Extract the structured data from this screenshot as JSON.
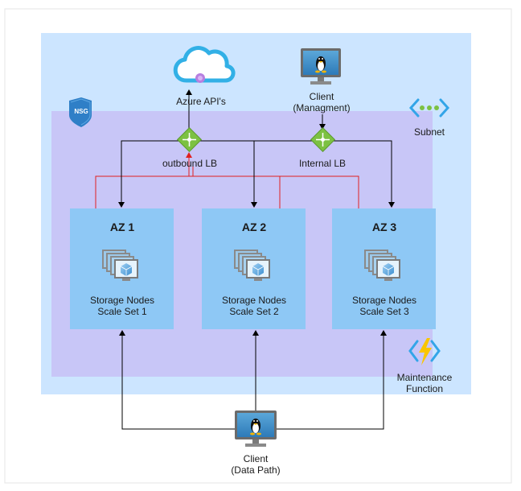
{
  "nodes": {
    "azure_api": "Azure API's",
    "client_mgmt_line1": "Client",
    "client_mgmt_line2": "(Managment)",
    "outbound_lb": "outbound LB",
    "internal_lb": "Internal LB",
    "subnet": "Subnet",
    "nsg": "NSG",
    "maintenance_line1": "Maintenance",
    "maintenance_line2": "Function",
    "client_data_line1": "Client",
    "client_data_line2": "(Data Path)"
  },
  "zones": [
    {
      "title": "AZ 1",
      "line1": "Storage Nodes",
      "line2": "Scale Set 1"
    },
    {
      "title": "AZ 2",
      "line1": "Storage Nodes",
      "line2": "Scale Set 2"
    },
    {
      "title": "AZ 3",
      "line1": "Storage Nodes",
      "line2": "Scale Set 3"
    }
  ],
  "colors": {
    "outer_region": "#cce5ff",
    "subnet_region": "#c8c6f7",
    "zone_box": "#8ec8f5",
    "red_link": "#e02020",
    "black_link": "#000000",
    "lb_green": "#7cc142"
  }
}
